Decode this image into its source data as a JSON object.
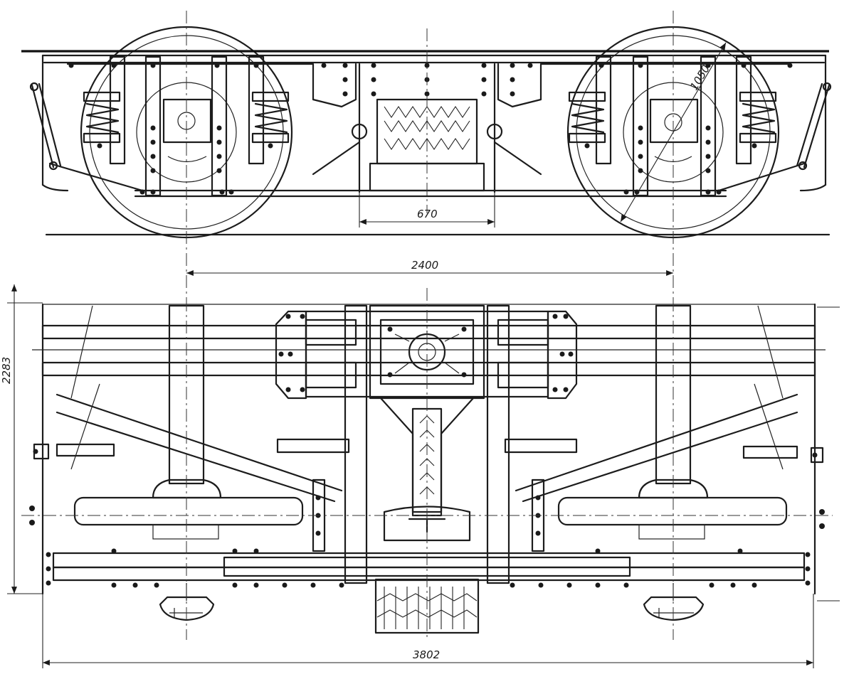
{
  "drawing": {
    "dimensions": {
      "wheel_diameter": "1050",
      "center_spacing": "670",
      "wheelbase": "2400",
      "width": "2283",
      "overall_length": "3802"
    }
  }
}
